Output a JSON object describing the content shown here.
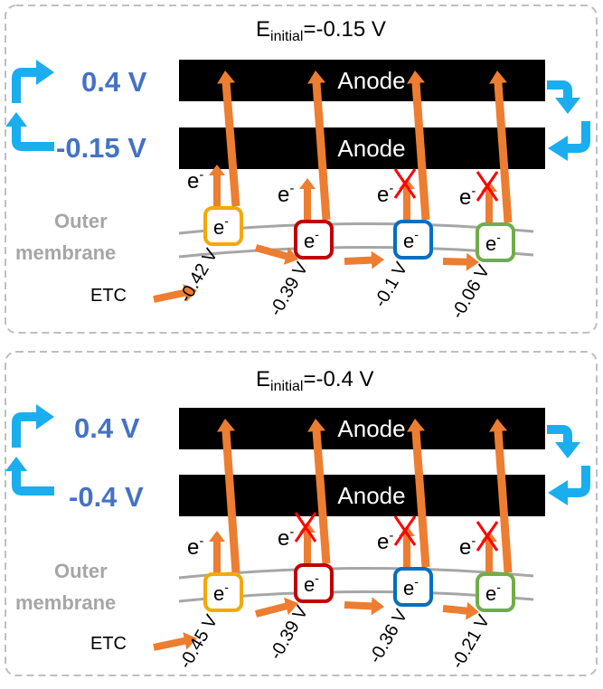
{
  "panels": [
    {
      "title_main": "E",
      "title_sub": "initial",
      "title_value": "=-0.15 V",
      "high_voltage": "0.4 V",
      "low_voltage": "-0.15 V",
      "anode_label": "Anode",
      "membrane_label_1": "Outer",
      "membrane_label_2": "membrane",
      "etc_label": "ETC",
      "electron_base": "e",
      "electron_sup": "-",
      "proteins": [
        {
          "potential": "-0.42 V",
          "color": "#f5a800",
          "blocked": false
        },
        {
          "potential": "-0.39 V",
          "color": "#c00000",
          "blocked": false
        },
        {
          "potential": "-0.1 V",
          "color": "#0070c0",
          "blocked": true
        },
        {
          "potential": "-0.06 V",
          "color": "#70ad47",
          "blocked": true
        }
      ]
    },
    {
      "title_main": "E",
      "title_sub": "initial",
      "title_value": "=-0.4 V",
      "high_voltage": "0.4 V",
      "low_voltage": "-0.4 V",
      "anode_label": "Anode",
      "membrane_label_1": "Outer",
      "membrane_label_2": "membrane",
      "etc_label": "ETC",
      "electron_base": "e",
      "electron_sup": "-",
      "proteins": [
        {
          "potential": "-0.45 V",
          "color": "#f5a800",
          "blocked": false
        },
        {
          "potential": "-0.39 V",
          "color": "#c00000",
          "blocked": true
        },
        {
          "potential": "-0.36 V",
          "color": "#0070c0",
          "blocked": true
        },
        {
          "potential": "-0.21 V",
          "color": "#70ad47",
          "blocked": true
        }
      ]
    }
  ],
  "colors": {
    "voltage_text": "#4472c4",
    "cycle_arrow": "#1aaeef",
    "flow_arrow": "#ed7d31",
    "anode_fill": "#000000",
    "membrane_line": "#a6a6a6",
    "membrane_text": "#a6a6a6",
    "block_cross": "#ff0000",
    "panel_border": "#bfbfbf"
  }
}
